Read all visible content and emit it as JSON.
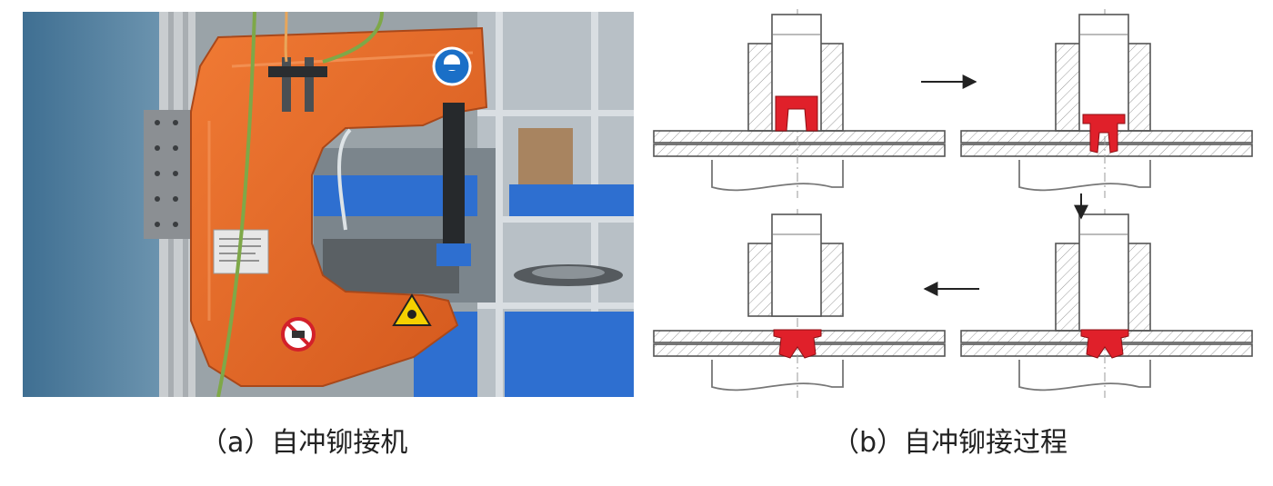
{
  "panel_a": {
    "caption": "（a）自冲铆接机",
    "colors": {
      "frame": "#e86a2a",
      "frame_dark": "#b94f1c",
      "background": "#4f7fa0",
      "bins": "#2e6fd0"
    },
    "icons": [
      "safety-goggles-icon",
      "no-entry-icon",
      "hand-crush-warning-icon"
    ]
  },
  "panel_b": {
    "caption": "（b）自冲铆接过程",
    "colors": {
      "rivet": "#e0202a",
      "outline": "#555555",
      "hatch": "#888888"
    },
    "steps": [
      {
        "id": "step-1"
      },
      {
        "id": "step-2"
      },
      {
        "id": "step-3"
      },
      {
        "id": "step-4"
      }
    ]
  }
}
